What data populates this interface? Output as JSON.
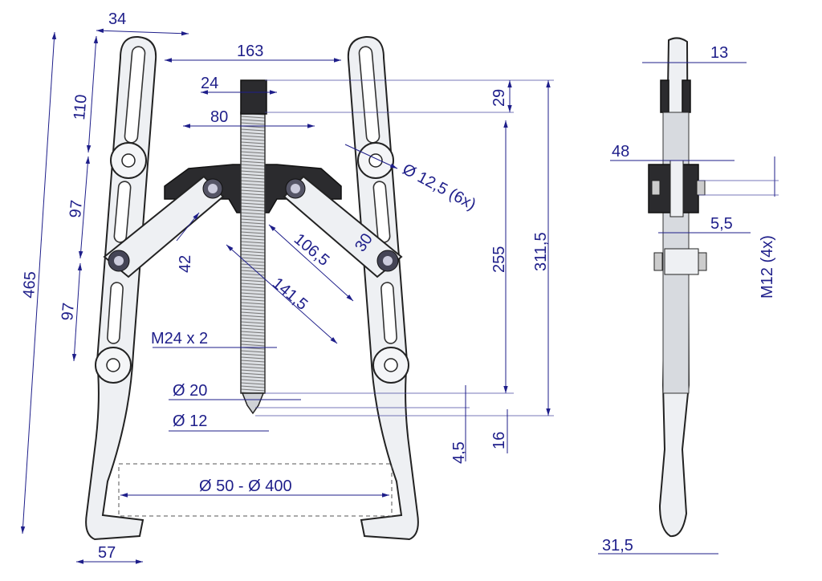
{
  "title": "Two-arm gear puller dimension drawing",
  "colors": {
    "dimension": "#1e1e8a",
    "body": "#eef0f3",
    "dark_parts": "#2b2b2e"
  },
  "dimensions": {
    "arm_width": "34",
    "spread_top": "163",
    "hex_width": "24",
    "hex_height": "29",
    "crossbar_offset": "80",
    "slot_length": "110",
    "pivot_spacing_1": "97",
    "pivot_spacing_2": "97",
    "total_length": "465",
    "link_hole": "Ø 12,5  (6x)",
    "link_height": "42",
    "link_length": "106,5",
    "link_angle": "30",
    "spindle_link": "141,5",
    "thread": "M24 x 2",
    "tip_dia": "Ø  20",
    "tip_point_dia": "Ø  12",
    "spindle_length": "255",
    "spindle_total": "311,5",
    "tip_length_1": "4,5",
    "tip_length_2": "16",
    "grip_range": "Ø 50 - Ø 400",
    "jaw_width": "57",
    "side_thickness": "13",
    "side_block": "48",
    "side_gap": "5,5",
    "bolts": "M12  (4x)",
    "side_jaw": "31,5"
  }
}
